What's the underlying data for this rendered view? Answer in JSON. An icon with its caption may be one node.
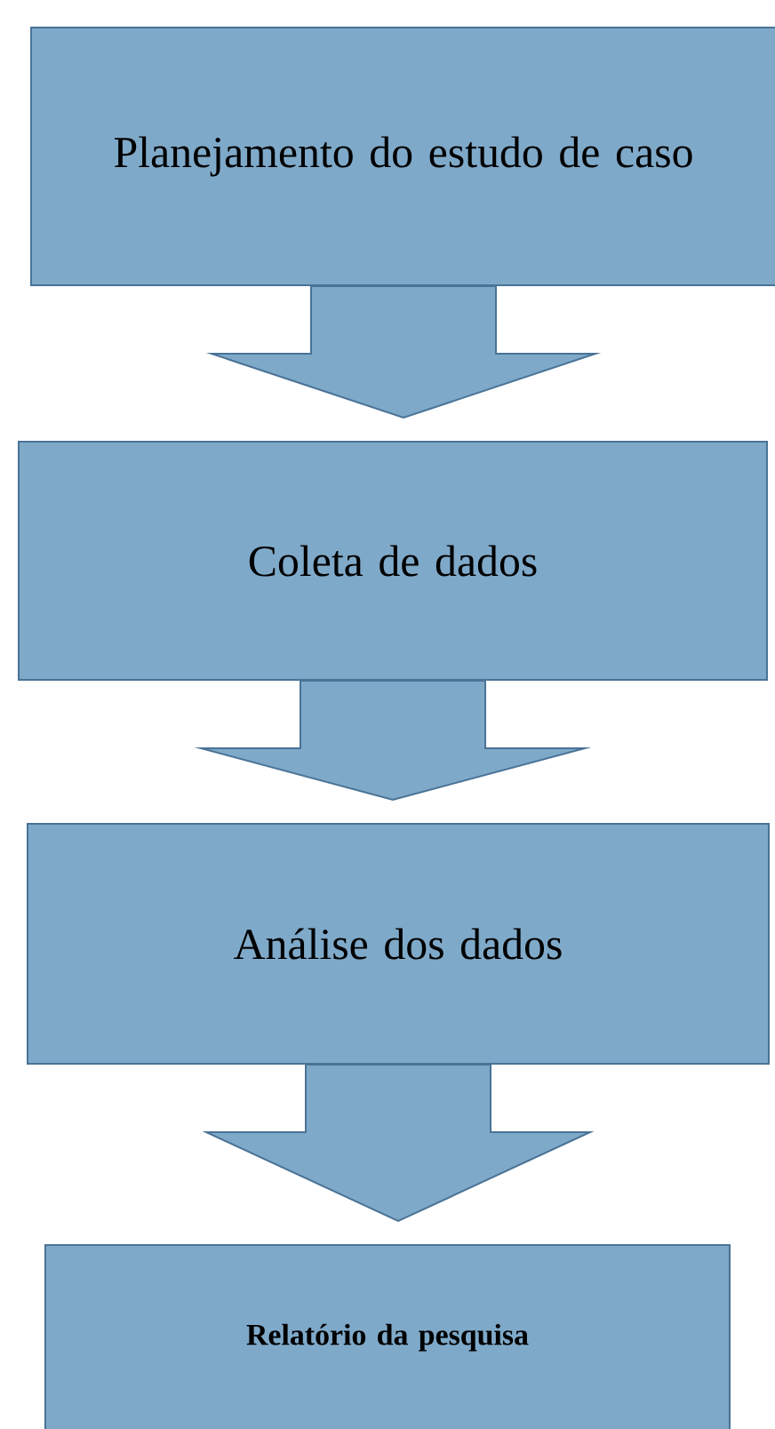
{
  "diagram": {
    "nodes": [
      {
        "text": [
          "Planejamento do estudo de caso"
        ]
      },
      {
        "text": [
          "Coleta de dados"
        ]
      },
      {
        "text": [
          "Análise dos dados"
        ]
      },
      {
        "text": [
          "Relatório da pesquisa"
        ]
      }
    ],
    "edges": [
      {
        "from": 0,
        "to": 1,
        "arrow": "to"
      },
      {
        "from": 1,
        "to": 2,
        "arrow": "to"
      },
      {
        "from": 2,
        "to": 3,
        "arrow": "to"
      }
    ]
  }
}
